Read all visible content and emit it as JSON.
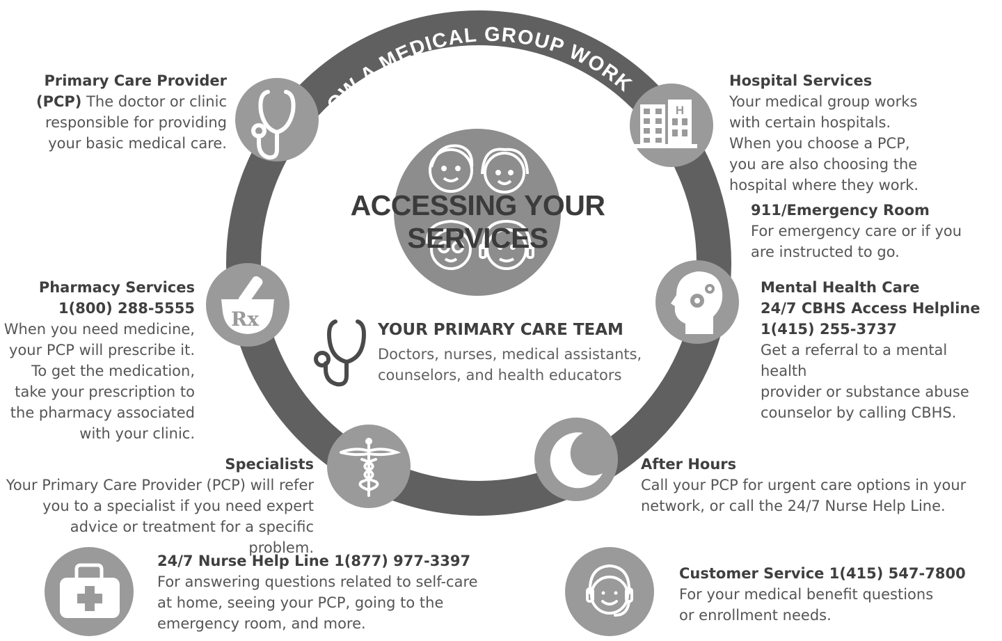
{
  "ring_title": "HOW A MEDICAL GROUP WORKS",
  "center_title": "ACCESSING YOUR SERVICES",
  "team": {
    "title": "YOUR PRIMARY CARE TEAM",
    "text": "Doctors, nurses, medical assistants,\ncounselors, and health educators"
  },
  "pcp": {
    "title": "Primary Care Provider",
    "title2": "(PCP)",
    "text_inline": " The doctor or clinic",
    "text": "responsible for providing\nyour basic medical care."
  },
  "hospital": {
    "title": "Hospital Services",
    "text": "Your medical group works\nwith certain hospitals.\nWhen you choose a PCP,\nyou are also choosing the\nhospital where they work."
  },
  "emergency": {
    "title": "911/Emergency Room",
    "text": "For emergency care or if you\nare instructed to go."
  },
  "pharmacy": {
    "title": "Pharmacy Services",
    "phone": "1(800) 288-5555",
    "text": "When you need medicine,\nyour PCP will prescribe it.\nTo get the medication,\ntake your prescription to\nthe pharmacy associated\nwith your clinic."
  },
  "mental": {
    "title": "Mental Health Care",
    "subtitle": "24/7 CBHS Access Helpline",
    "phone": "1(415) 255-3737",
    "text": "Get a referral to a mental health\nprovider or substance abuse\ncounselor by calling CBHS."
  },
  "specialists": {
    "title": "Specialists",
    "text": "Your Primary Care Provider (PCP) will refer\nyou to a specialist if you need expert\nadvice or treatment for a specific problem."
  },
  "after_hours": {
    "title": "After Hours",
    "text": "Call your PCP for urgent care options in your\nnetwork, or call the 24/7 Nurse Help Line."
  },
  "nurse_line": {
    "title": "24/7 Nurse Help Line 1(877) 977-3397",
    "text": "For answering questions related to self-care\nat home, seeing your PCP, going to the\nemergency room, and more."
  },
  "customer_service": {
    "title": "Customer Service 1(415) 547-7800",
    "text": "For your medical benefit questions\nor enrollment needs."
  },
  "icons": {
    "pcp": "stethoscope-icon",
    "hospital": "hospital-building-icon",
    "pharmacy": "mortar-pestle-rx-icon",
    "mental": "head-gears-icon",
    "specialists": "caduceus-icon",
    "after_hours": "crescent-moon-icon",
    "nurse_line": "first-aid-kit-icon",
    "customer_service": "headset-agent-icon",
    "team": "stethoscope-icon",
    "center": "people-faces-icon"
  },
  "colors": {
    "ring": "#606060",
    "circle": "#9a9a9a",
    "center_circle": "#8d8d8d",
    "text": "#4a4a4a"
  }
}
